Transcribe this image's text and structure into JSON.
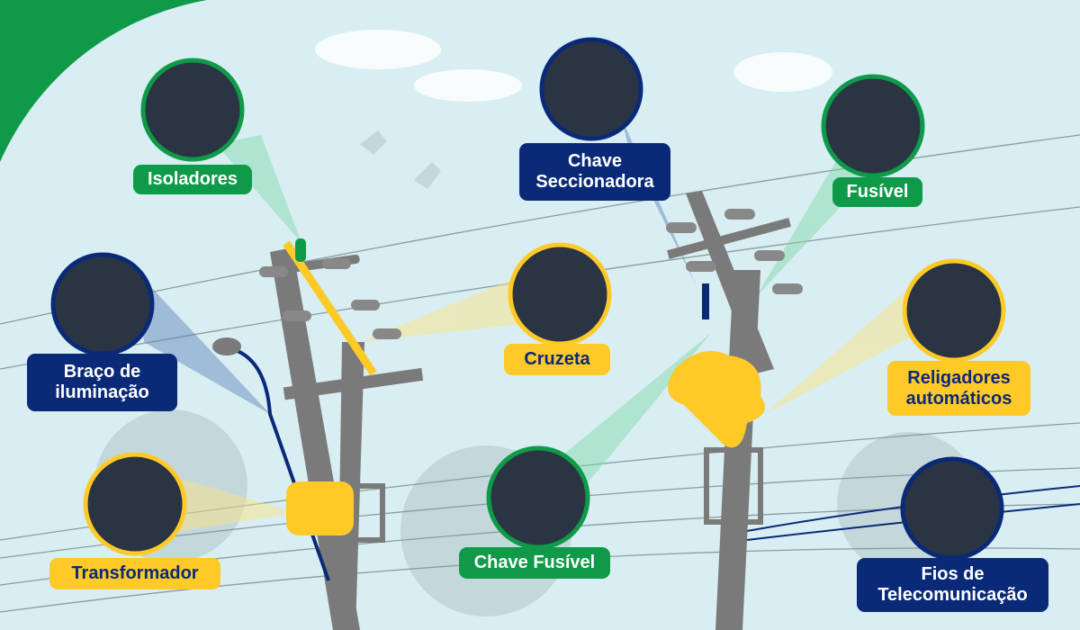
{
  "colors": {
    "green": "#0e9a48",
    "navy": "#0a2a78",
    "yellow": "#ffc928",
    "sky": "#d8eef2",
    "pole": "#7a7a7a"
  },
  "components": [
    {
      "id": "isoladores",
      "label": "Isoladores",
      "color": "green"
    },
    {
      "id": "braco",
      "label": "Braço de iluminação",
      "color": "navy"
    },
    {
      "id": "transformador",
      "label": "Transformador",
      "color": "yellow"
    },
    {
      "id": "cruzeta",
      "label": "Cruzeta",
      "color": "yellow"
    },
    {
      "id": "chave-seccionadora",
      "label": "Chave Seccionadora",
      "color": "navy"
    },
    {
      "id": "chave-fusivel",
      "label": "Chave Fusível",
      "color": "green"
    },
    {
      "id": "fusivel",
      "label": "Fusível",
      "color": "green"
    },
    {
      "id": "religadores",
      "label": "Religadores automáticos",
      "color": "yellow"
    },
    {
      "id": "fios",
      "label": "Fios de Telecomunicação",
      "color": "navy"
    }
  ]
}
